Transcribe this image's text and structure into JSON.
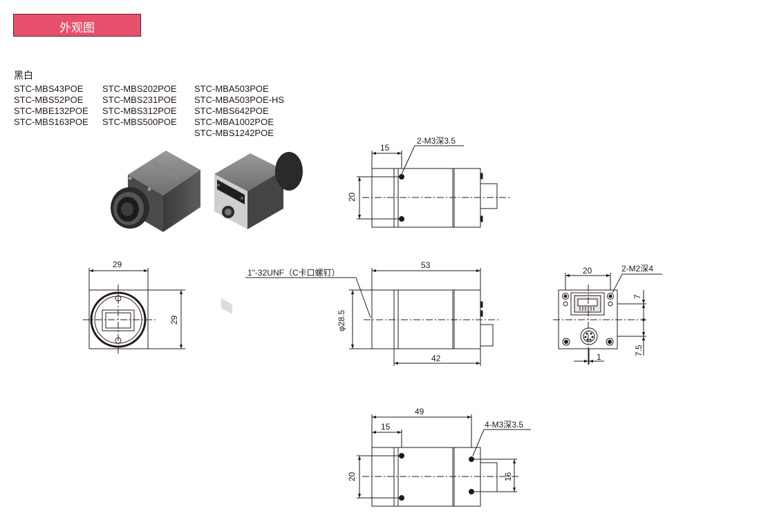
{
  "header": {
    "title": "外观图",
    "color": "#e8506c"
  },
  "category": "黑白",
  "models": {
    "col1": [
      "STC-MBS43POE",
      "STC-MBS52POE",
      "STC-MBE132POE",
      "STC-MBS163POE"
    ],
    "col2": [
      "STC-MBS202POE",
      "STC-MBS231POE",
      "STC-MBS312POE",
      "STC-MBS500POE"
    ],
    "col3": [
      "STC-MBA503POE",
      "STC-MBA503POE-HS",
      "STC-MBS642POE",
      "STC-MBA1002POE",
      "STC-MBS1242POE"
    ]
  },
  "dimensions": {
    "top_view": {
      "d15": "15",
      "holes": "2-M3深3.5",
      "d20": "20"
    },
    "front_view": {
      "d29w": "29",
      "d29h": "29"
    },
    "side_view": {
      "mount": "1\"-32UNF（C卡口螺钉）",
      "d53": "53",
      "d285": "φ28.5",
      "d42": "42"
    },
    "rear_view": {
      "d20": "20",
      "holes": "2-M2深4",
      "d7": "7",
      "d75": "7.5",
      "d1": "1"
    },
    "bottom_view": {
      "d49": "49",
      "d15": "15",
      "holes": "4-M3深3.5",
      "d20": "20",
      "d16": "16"
    }
  }
}
